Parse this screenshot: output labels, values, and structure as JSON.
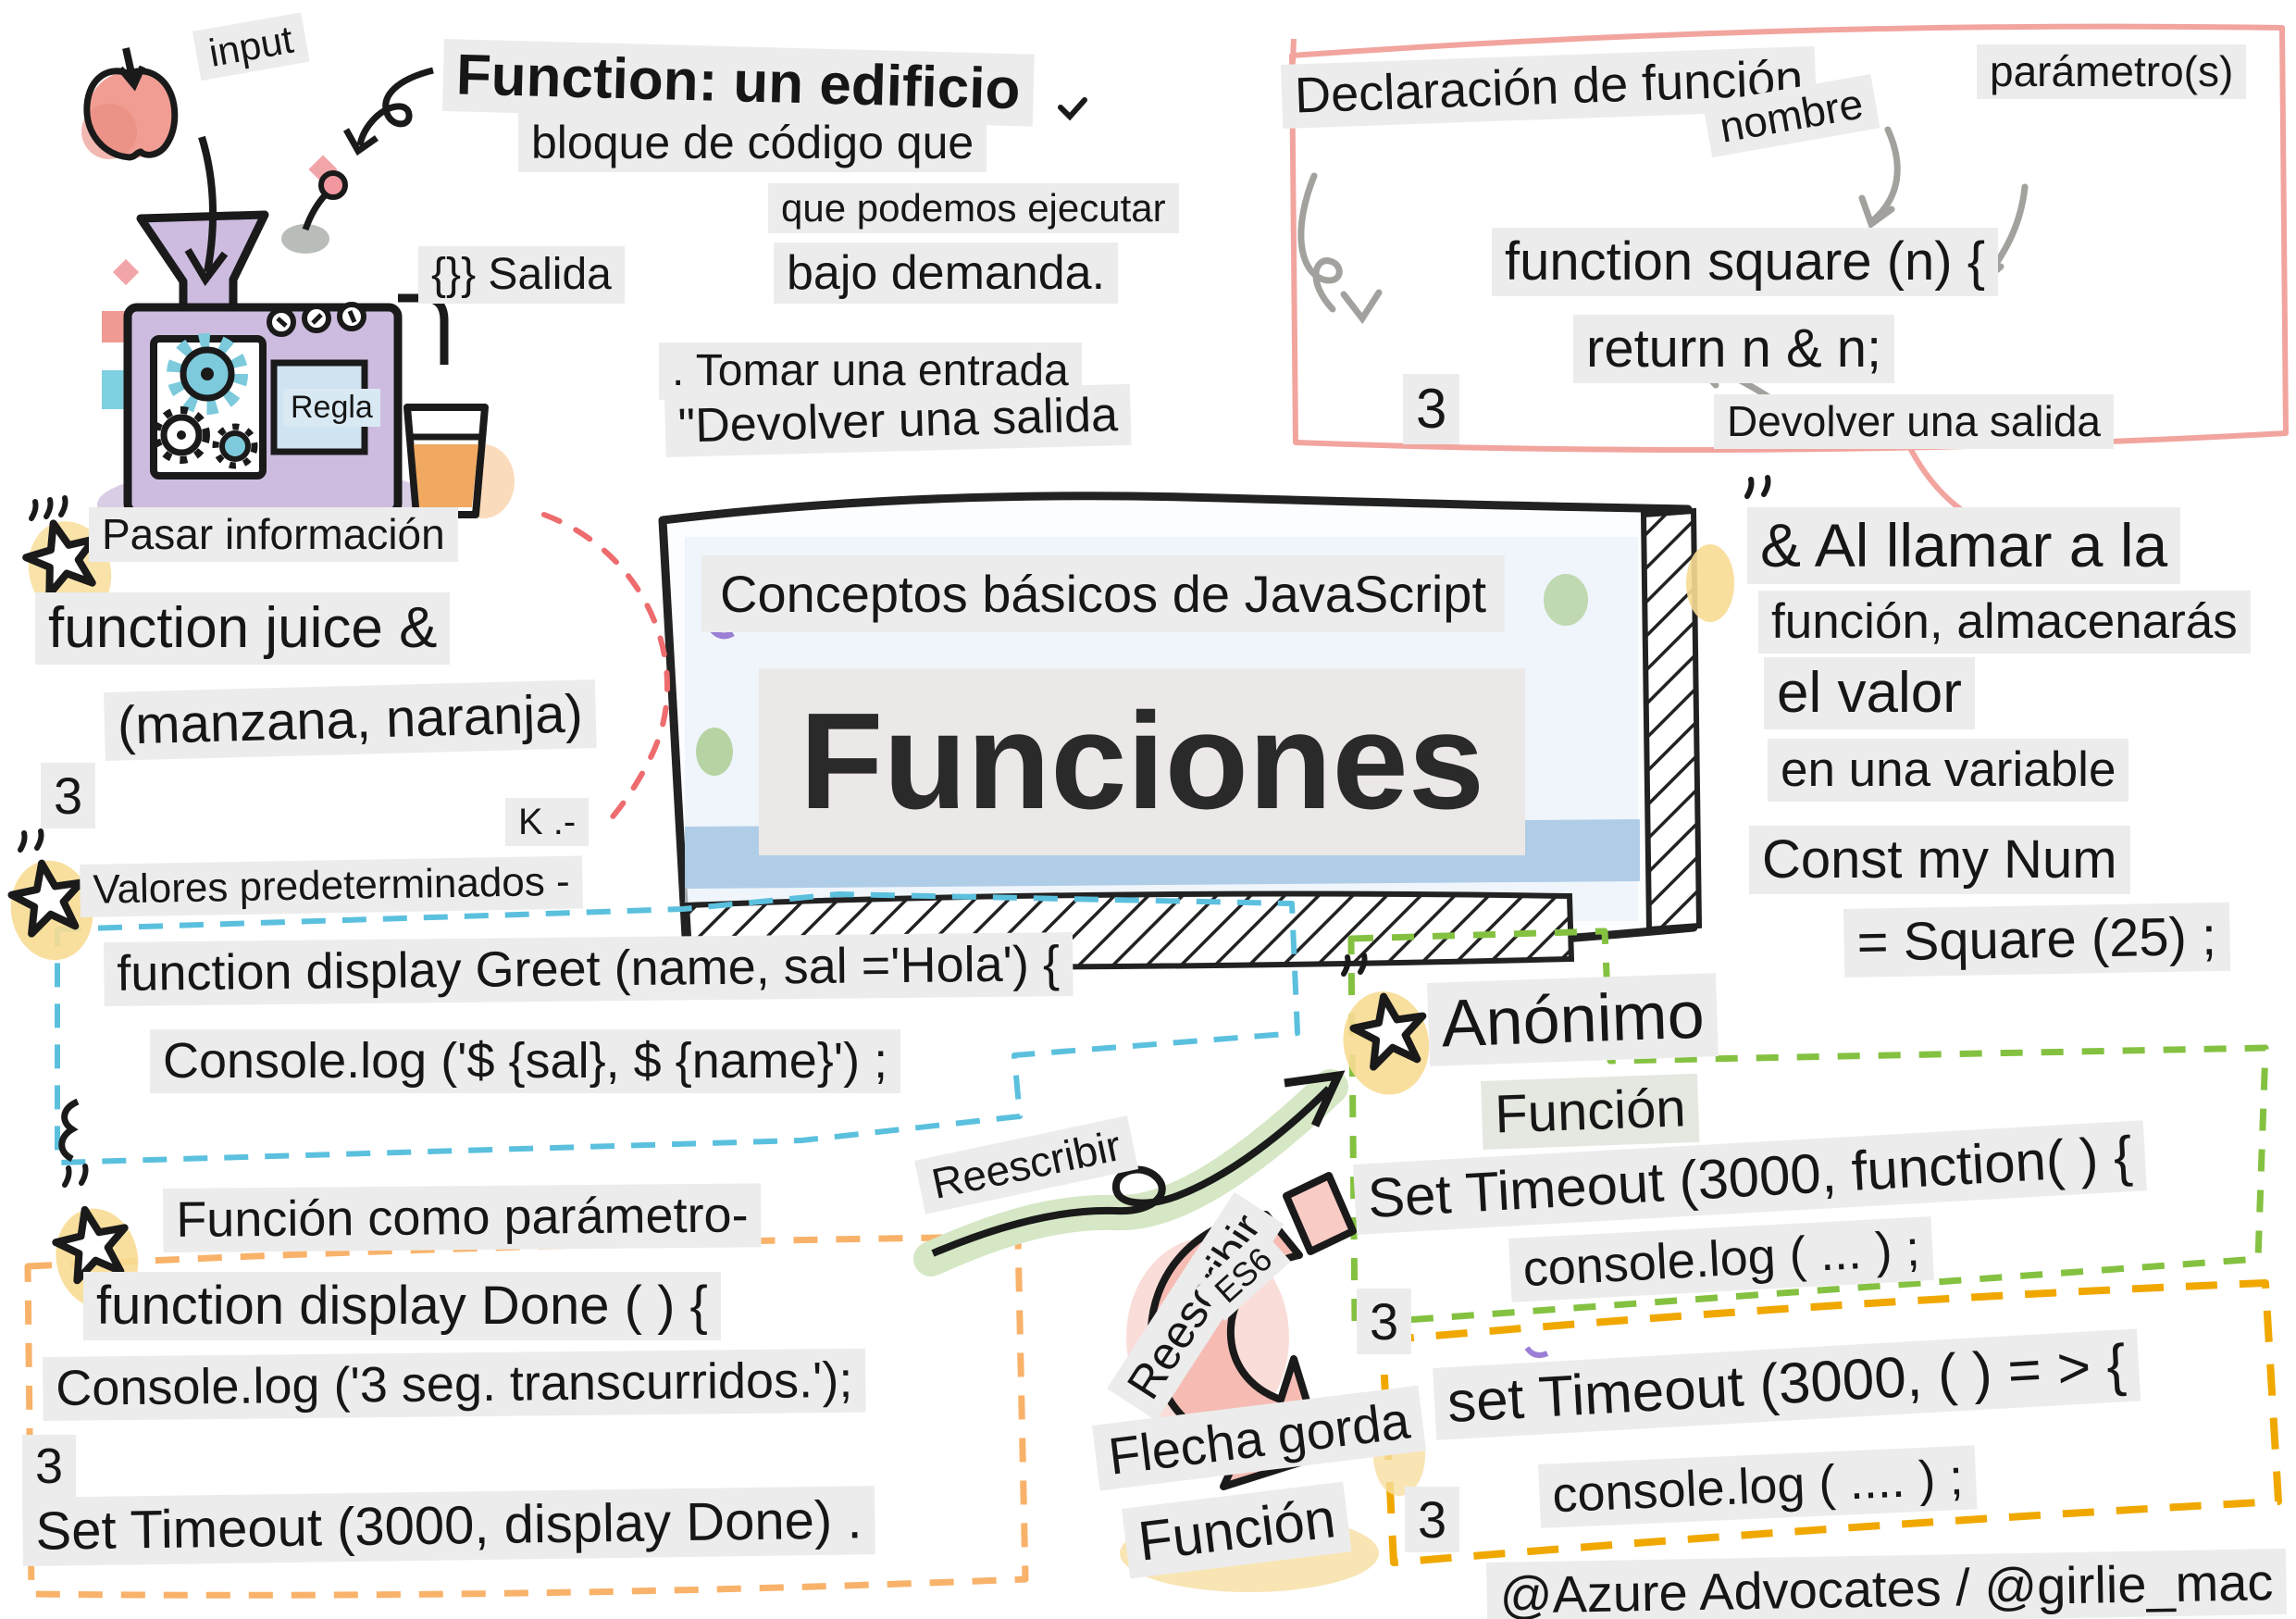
{
  "colors": {
    "label_bg": "#ECECEC",
    "pink_border": "#F2A49E",
    "blue_dash": "#5BC0DE",
    "green_dash": "#84C141",
    "orange_dash": "#F8B26A",
    "yellow_dash": "#F0A800",
    "red_dash": "#EE6B6E",
    "gray_arrow": "#A2A19D",
    "machine_purple": "#CDBCE0",
    "gear_teal": "#7CCADB",
    "apple_red": "#EF9287",
    "juice_orange": "#F1A860",
    "star_yellow": "#F8DC93",
    "board_blue": "#A9C9E6"
  },
  "intro": {
    "input": "input",
    "heading": "Function: un edificio",
    "line1": "bloque de código que",
    "line2": "que podemos ejecutar",
    "line3": "bajo demanda.",
    "line4": ". Tomar una entrada",
    "line5": "\"Devolver una salida",
    "salida": "{}} Salida",
    "regla": "Regla"
  },
  "declaration": {
    "heading": "Declaración de función",
    "nombre": "nombre",
    "parametros": "parámetro(s)",
    "code_line1": "function square (n) {",
    "code_line2": "return n & n;",
    "closing_brace": "3",
    "return_note": "Devolver una salida"
  },
  "board": {
    "subtitle": "Conceptos básicos de JavaScript",
    "title": "Funciones"
  },
  "call": {
    "line1": "& Al llamar a la",
    "line2": "función, almacenarás",
    "line3": "el valor",
    "line4": "en una variable",
    "code_line1": "Const my Num",
    "code_line2": "= Square (25) ;"
  },
  "pass_info": {
    "heading": "Pasar información",
    "code_line1": "function juice &",
    "code_line2": "(manzana, naranja)",
    "closing_brace": "3",
    "note": "K .-"
  },
  "defaults": {
    "heading": "Valores predeterminados -",
    "code_line1": "function display Greet (name, sal ='Hola') {",
    "code_line2": "Console.log ('$ {sal}, $ {name}') ;"
  },
  "param_fn": {
    "heading": "Función como parámetro-",
    "code_line1": "function display Done ( ) {",
    "code_line2": "Console.log ('3 seg. transcurridos.');",
    "closing_brace": "3",
    "code_line3": "Set Timeout (3000, display Done) ."
  },
  "rewrite": {
    "label1": "Reescribir",
    "label2": "Reescribir",
    "es6": "ES6",
    "flecha": "Flecha gorda",
    "funcion": "Función"
  },
  "anonymous": {
    "heading": "Anónimo",
    "subheading": "Función",
    "code_line1": "Set Timeout (3000, function( ) {",
    "code_line2": "console.log ( ... ) ;",
    "closing_brace": "3"
  },
  "arrow_fn": {
    "code_line1": "set Timeout (3000, ( ) = > {",
    "code_line2": "console.log ( .... ) ;",
    "closing_brace": "3"
  },
  "credit": "@Azure Advocates / @girlie_mac"
}
